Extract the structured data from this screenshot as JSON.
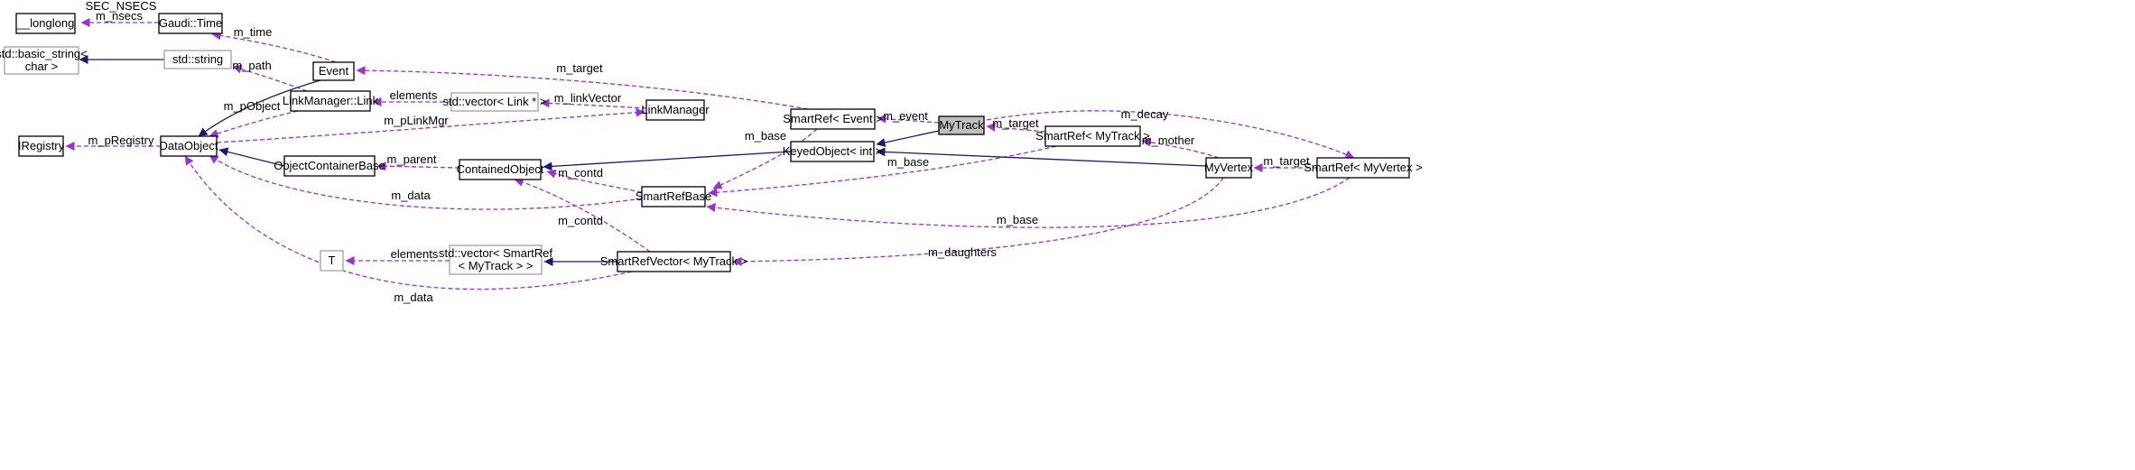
{
  "colors": {
    "inherit": "#191970",
    "use": "#9a32cd",
    "node_border": "#000000",
    "node_border_grey": "#a0a0a0",
    "focus_fill": "#bfbfbf"
  },
  "nodes": {
    "longlong": {
      "lines": [
        "__longlong"
      ],
      "style": "normal"
    },
    "gaudi_time": {
      "lines": [
        "Gaudi::Time"
      ],
      "style": "normal"
    },
    "basic_string": {
      "lines": [
        "std::basic_string<",
        "char >"
      ],
      "style": "grey"
    },
    "std_string": {
      "lines": [
        "std::string"
      ],
      "style": "grey"
    },
    "event": {
      "lines": [
        "Event"
      ],
      "style": "normal"
    },
    "iregistry": {
      "lines": [
        "IRegistry"
      ],
      "style": "normal"
    },
    "dataobject": {
      "lines": [
        "DataObject"
      ],
      "style": "normal"
    },
    "linkmanager_link": {
      "lines": [
        "LinkManager::Link"
      ],
      "style": "normal"
    },
    "vector_link": {
      "lines": [
        "std::vector< Link * >"
      ],
      "style": "grey"
    },
    "linkmanager": {
      "lines": [
        "LinkManager"
      ],
      "style": "normal"
    },
    "objectcontainerbase": {
      "lines": [
        "ObjectContainerBase"
      ],
      "style": "normal"
    },
    "containedobject": {
      "lines": [
        "ContainedObject"
      ],
      "style": "normal"
    },
    "smartref_event": {
      "lines": [
        "SmartRef< Event >"
      ],
      "style": "normal"
    },
    "keyedobject": {
      "lines": [
        "KeyedObject< int >"
      ],
      "style": "normal"
    },
    "mytrack": {
      "lines": [
        "MyTrack"
      ],
      "style": "focus"
    },
    "smartref_mytrack": {
      "lines": [
        "SmartRef< MyTrack >"
      ],
      "style": "normal"
    },
    "smartrefbase": {
      "lines": [
        "SmartRefBase"
      ],
      "style": "normal"
    },
    "myvertex": {
      "lines": [
        "MyVertex"
      ],
      "style": "normal"
    },
    "smartref_myvertex": {
      "lines": [
        "SmartRef< MyVertex >"
      ],
      "style": "normal"
    },
    "t": {
      "lines": [
        "T"
      ],
      "style": "grey"
    },
    "vector_smartref": {
      "lines": [
        "std::vector< SmartRef",
        "< MyTrack > >"
      ],
      "style": "grey"
    },
    "smartrefvector": {
      "lines": [
        "SmartRefVector< MyTrack >"
      ],
      "style": "normal"
    }
  },
  "edges": [
    {
      "from": "gaudi_time",
      "to": "longlong",
      "kind": "use",
      "label": "m_nsecs"
    },
    {
      "from": "gaudi_time",
      "to": "longlong",
      "kind": "use",
      "label": "SEC_NSECS"
    },
    {
      "from": "event",
      "to": "gaudi_time",
      "kind": "use",
      "label": "m_time"
    },
    {
      "from": "std_string",
      "to": "basic_string",
      "kind": "inherit",
      "label": ""
    },
    {
      "from": "event",
      "to": "dataobject",
      "kind": "inherit",
      "label": ""
    },
    {
      "from": "linkmanager_link",
      "to": "std_string",
      "kind": "use",
      "label": "m_path"
    },
    {
      "from": "dataobject",
      "to": "iregistry",
      "kind": "use",
      "label": "m_pRegistry"
    },
    {
      "from": "linkmanager_link",
      "to": "dataobject",
      "kind": "use",
      "label": "m_pObject"
    },
    {
      "from": "vector_link",
      "to": "linkmanager_link",
      "kind": "use",
      "label": "elements"
    },
    {
      "from": "linkmanager",
      "to": "vector_link",
      "kind": "use",
      "label": "m_linkVector"
    },
    {
      "from": "dataobject",
      "to": "linkmanager",
      "kind": "use",
      "label": "m_pLinkMgr"
    },
    {
      "from": "objectcontainerbase",
      "to": "dataobject",
      "kind": "inherit",
      "label": ""
    },
    {
      "from": "containedobject",
      "to": "objectcontainerbase",
      "kind": "use",
      "label": "m_parent"
    },
    {
      "from": "smartref_event",
      "to": "event",
      "kind": "use",
      "label": "m_target"
    },
    {
      "from": "mytrack",
      "to": "smartref_event",
      "kind": "use",
      "label": "m_event"
    },
    {
      "from": "mytrack",
      "to": "keyedobject",
      "kind": "inherit",
      "label": ""
    },
    {
      "from": "keyedobject",
      "to": "containedobject",
      "kind": "inherit",
      "label": ""
    },
    {
      "from": "smartref_mytrack",
      "to": "mytrack",
      "kind": "use",
      "label": "m_target"
    },
    {
      "from": "smartref_event",
      "to": "smartrefbase",
      "kind": "use",
      "label": "m_base"
    },
    {
      "from": "smartref_mytrack",
      "to": "smartrefbase",
      "kind": "use",
      "label": "m_base"
    },
    {
      "from": "smartrefbase",
      "to": "containedobject",
      "kind": "use",
      "label": "m_contd"
    },
    {
      "from": "smartrefbase",
      "to": "dataobject",
      "kind": "use",
      "label": "m_data"
    },
    {
      "from": "myvertex",
      "to": "keyedobject",
      "kind": "inherit",
      "label": ""
    },
    {
      "from": "myvertex",
      "to": "smartref_mytrack",
      "kind": "use",
      "label": "m_mother"
    },
    {
      "from": "smartref_myvertex",
      "to": "myvertex",
      "kind": "use",
      "label": "m_target"
    },
    {
      "from": "mytrack",
      "to": "smartref_myvertex",
      "kind": "use",
      "label": "m_decay"
    },
    {
      "from": "smartref_myvertex",
      "to": "smartrefbase",
      "kind": "use",
      "label": "m_base"
    },
    {
      "from": "vector_smartref",
      "to": "t",
      "kind": "use",
      "label": "elements"
    },
    {
      "from": "smartrefvector",
      "to": "vector_smartref",
      "kind": "inherit",
      "label": ""
    },
    {
      "from": "smartrefvector",
      "to": "containedobject",
      "kind": "use",
      "label": "m_contd"
    },
    {
      "from": "smartrefvector",
      "to": "dataobject",
      "kind": "use",
      "label": "m_data"
    },
    {
      "from": "myvertex",
      "to": "smartrefvector",
      "kind": "use",
      "label": "m_daughters"
    }
  ]
}
